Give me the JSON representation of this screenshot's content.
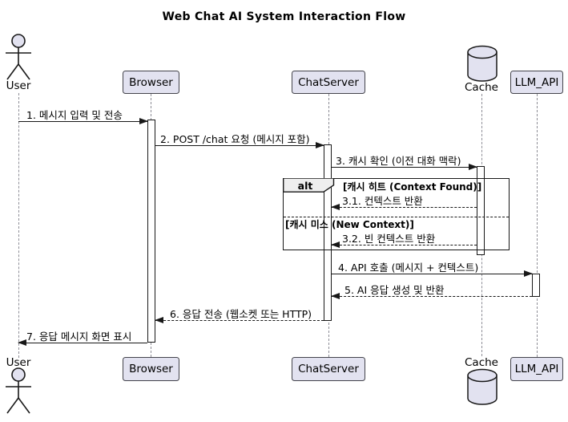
{
  "diagram": {
    "title": "Web Chat AI System Interaction Flow",
    "type": "sequence"
  },
  "participants": {
    "user": {
      "label": "User",
      "kind": "actor"
    },
    "browser": {
      "label": "Browser",
      "kind": "participant"
    },
    "chatserver": {
      "label": "ChatServer",
      "kind": "participant"
    },
    "cache": {
      "label": "Cache",
      "kind": "database"
    },
    "llm_api": {
      "label": "LLM_API",
      "kind": "participant"
    }
  },
  "messages": [
    {
      "label": "1. 메시지 입력 및 전송",
      "from": "User",
      "to": "Browser",
      "line": "solid"
    },
    {
      "label": "2. POST /chat 요청 (메시지 포함)",
      "from": "Browser",
      "to": "ChatServer",
      "line": "solid"
    },
    {
      "label": "3. 캐시 확인 (이전 대화 맥락)",
      "from": "ChatServer",
      "to": "Cache",
      "line": "solid"
    },
    {
      "label": "3.1. 컨텍스트 반환",
      "from": "Cache",
      "to": "ChatServer",
      "line": "dashed"
    },
    {
      "label": "3.2. 빈 컨텍스트 반환",
      "from": "Cache",
      "to": "ChatServer",
      "line": "dashed"
    },
    {
      "label": "4. API 호출 (메시지 + 컨텍스트)",
      "from": "ChatServer",
      "to": "LLM_API",
      "line": "solid"
    },
    {
      "label": "5. AI 응답 생성 및 반환",
      "from": "LLM_API",
      "to": "ChatServer",
      "line": "dashed"
    },
    {
      "label": "6. 응답 전송 (웹소켓 또는 HTTP)",
      "from": "ChatServer",
      "to": "Browser",
      "line": "dashed"
    },
    {
      "label": "7. 응답 메시지 화면 표시",
      "from": "Browser",
      "to": "User",
      "line": "solid"
    }
  ],
  "alt": {
    "keyword": "alt",
    "guard_hit": "[캐시 히트 (Context Found)]",
    "guard_miss": "[캐시 미스 (New Context)]"
  },
  "colors": {
    "participant_fill": "#E2E2F0",
    "border": "#181818",
    "lifeline": "#8d8d96",
    "alt_tab_fill": "#EEEEEE",
    "background": "#FFFFFF"
  }
}
